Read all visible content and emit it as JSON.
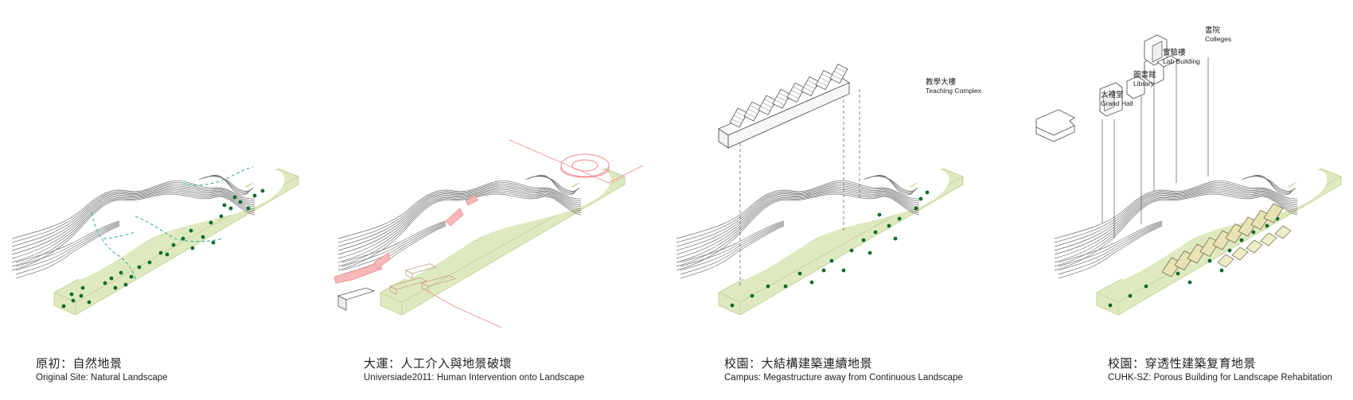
{
  "colors": {
    "site": "#dfe9bf",
    "site_edge": "#c7d39c",
    "contour": "#6f6f6f",
    "tree": "#0e6b2e",
    "stream": "#3fb3a3",
    "intervention": "#f08c8c",
    "building": "#555555"
  },
  "panels": [
    {
      "id": "original",
      "caption_zh": "原初：自然地景",
      "caption_en": "Original Site: Natural Landscape"
    },
    {
      "id": "universiade",
      "caption_zh": "大運：人工介入與地景破壞",
      "caption_en": "Universiade2011: Human Intervention onto Landscape"
    },
    {
      "id": "campus",
      "caption_zh": "校園：大結構建築連續地景",
      "caption_en": "Campus: Megastructure away from Continuous Landscape",
      "labels": [
        {
          "zh": "教學大樓",
          "en": "Teaching  Complex"
        }
      ]
    },
    {
      "id": "cuhksz",
      "caption_zh": "校園：穿透性建築复育地景",
      "caption_en": "CUHK-SZ: Porous Building for Landscape Rehabitation",
      "labels": [
        {
          "zh": "書院",
          "en": "Colleges"
        },
        {
          "zh": "實驗樓",
          "en": "Lab Building"
        },
        {
          "zh": "圖書館",
          "en": "Library"
        },
        {
          "zh": "大禮堂",
          "en": "Grand Hall"
        }
      ]
    }
  ]
}
